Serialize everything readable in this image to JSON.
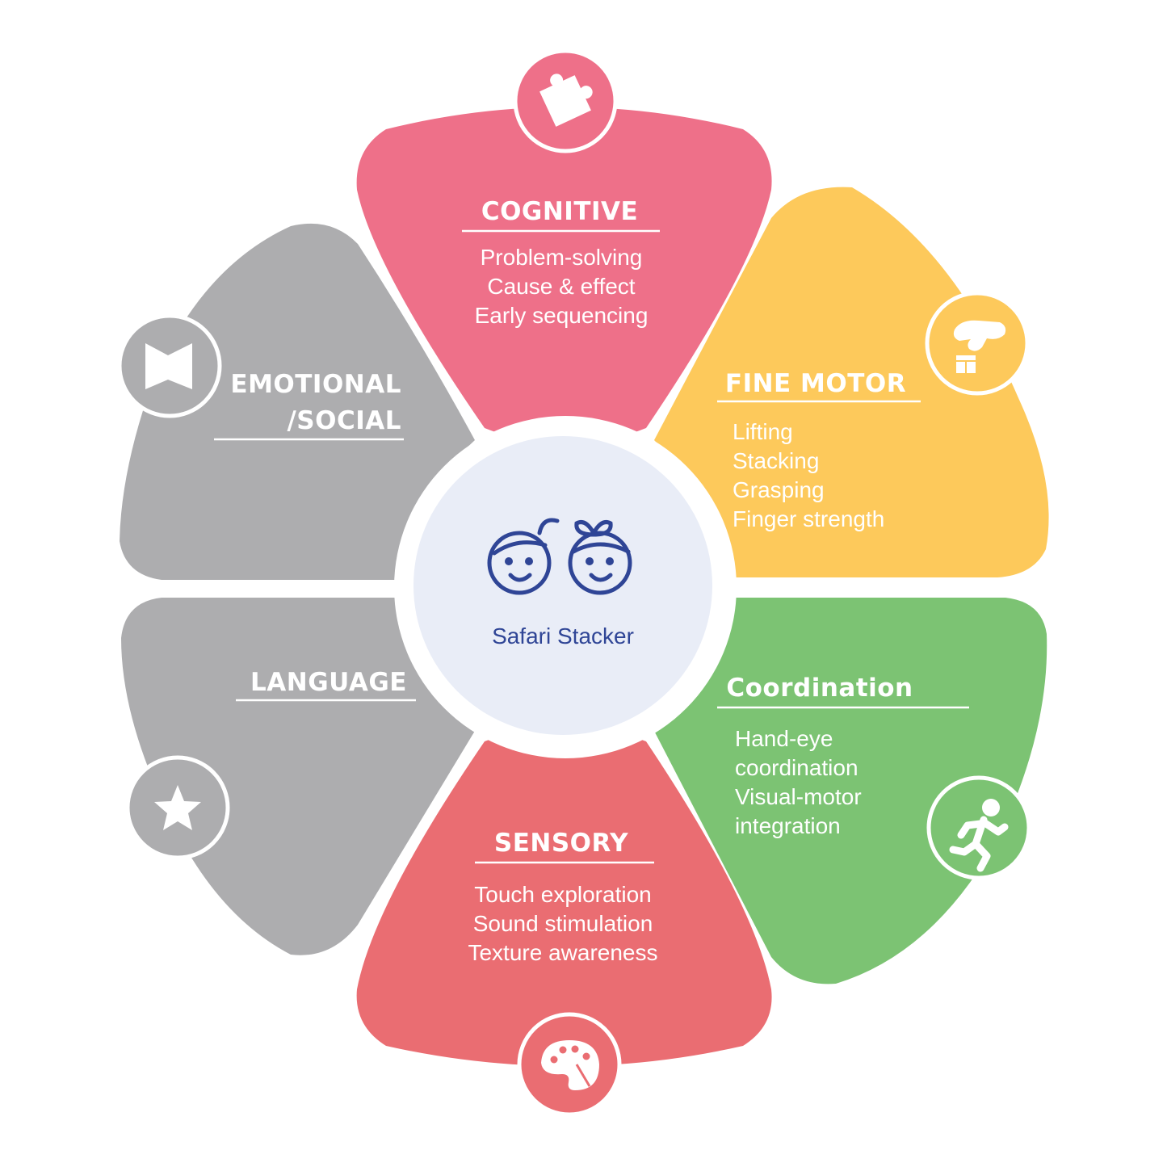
{
  "center": {
    "label": "Safari Stacker",
    "icon": "two-kids-faces-icon",
    "fill": "#e9edf7",
    "stroke": "#2f4596"
  },
  "segments": [
    {
      "id": "cognitive",
      "heading": "COGNITIVE",
      "items": [
        "Problem-solving",
        "Cause & effect",
        "Early sequencing"
      ],
      "color": "#ee7089",
      "icon": "puzzle-piece-icon"
    },
    {
      "id": "fine-motor",
      "heading": "FINE MOTOR",
      "items": [
        "Lifting",
        "Stacking",
        "Grasping",
        "Finger strength"
      ],
      "color": "#fdc95b",
      "icon": "hand-picking-block-icon"
    },
    {
      "id": "coordination",
      "heading": "Coordination",
      "items": [
        "Hand-eye",
        "coordination",
        "Visual-motor",
        "integration"
      ],
      "color": "#7cc373",
      "icon": "running-person-icon"
    },
    {
      "id": "sensory",
      "heading": "SENSORY",
      "items": [
        "Touch exploration",
        "Sound stimulation",
        "Texture awareness"
      ],
      "color": "#ea6d72",
      "icon": "paint-palette-icon"
    },
    {
      "id": "language",
      "heading": "LANGUAGE",
      "items": [],
      "color": "#adadaf",
      "icon": "star-icon"
    },
    {
      "id": "emotional-social",
      "heading": "EMOTIONAL",
      "heading2": "/SOCIAL",
      "items": [],
      "color": "#adadaf",
      "icon": "open-book-icon"
    }
  ]
}
